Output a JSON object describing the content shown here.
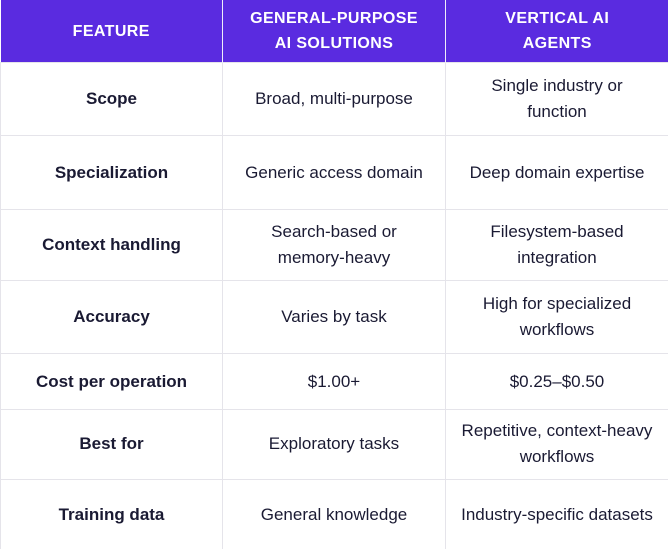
{
  "colors": {
    "header_bg": "#5A2BE0",
    "header_text": "#FFFFFF",
    "body_text": "#1A1A33",
    "row_border": "#E5E4EA",
    "header_divider": "#EFEDFA",
    "cell_bg": "#FFFFFF"
  },
  "chart_data": {
    "type": "table",
    "title": "",
    "columns": [
      "FEATURE",
      "GENERAL-PURPOSE AI SOLUTIONS",
      "VERTICAL AI AGENTS"
    ],
    "column_display": [
      "FEATURE",
      "GENERAL-PURPOSE\nAI SOLUTIONS",
      "VERTICAL AI\nAGENTS"
    ],
    "rows": [
      [
        "Scope",
        "Broad, multi-purpose",
        "Single industry or function"
      ],
      [
        "Specialization",
        "Generic access domain",
        "Deep domain expertise"
      ],
      [
        "Context handling",
        "Search-based or memory-heavy",
        "Filesystem-based integration"
      ],
      [
        "Accuracy",
        "Varies by task",
        "High for specialized workflows"
      ],
      [
        "Cost per operation",
        "$1.00+",
        "$0.25–$0.50"
      ],
      [
        "Best for",
        "Exploratory tasks",
        "Repetitive, context-heavy workflows"
      ],
      [
        "Training data",
        "General knowledge",
        "Industry-specific datasets"
      ]
    ]
  }
}
